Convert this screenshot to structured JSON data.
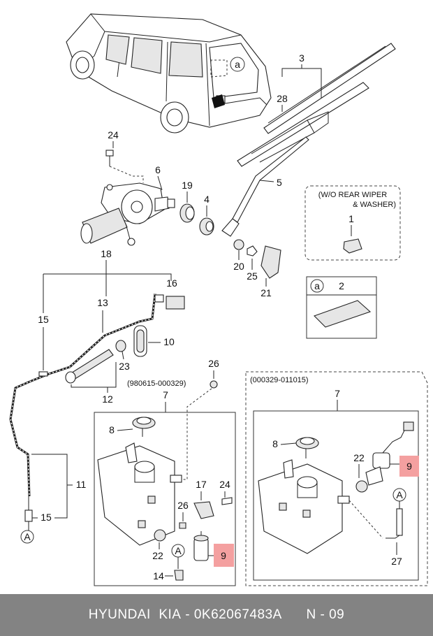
{
  "callouts": {
    "c1": "1",
    "c2": "2",
    "c3": "3",
    "c4": "4",
    "c5": "5",
    "c6": "6",
    "c7a": "7",
    "c7b": "7",
    "c8a": "8",
    "c8b": "8",
    "c9a": "9",
    "c9b": "9",
    "c10": "10",
    "c11": "11",
    "c12": "12",
    "c13": "13",
    "c14": "14",
    "c15a": "15",
    "c15b": "15",
    "c16": "16",
    "c17": "17",
    "c18": "18",
    "c19": "19",
    "c20": "20",
    "c21": "21",
    "c22a": "22",
    "c22b": "22",
    "c23": "23",
    "c24a": "24",
    "c24b": "24",
    "c25": "25",
    "c26a": "26",
    "c26b": "26",
    "c27": "27",
    "c28": "28"
  },
  "refs": {
    "ra1": "a",
    "ra2": "a",
    "rA1": "A",
    "rA2": "A",
    "rA3": "A"
  },
  "notes": {
    "wo_line1": "(W/O REAR WIPER",
    "wo_line2": "& WASHER)",
    "range_old": "(980615-000329)",
    "range_new": "(000329-011015)"
  },
  "footer": {
    "brand": "HYUNDAI  KIA",
    "separator": " - ",
    "part_number": "0K62067483A",
    "page": "N - 09"
  },
  "colors": {
    "highlight": "#f4a0a0",
    "footer_bg": "#838383",
    "footer_text": "#ffffff"
  }
}
